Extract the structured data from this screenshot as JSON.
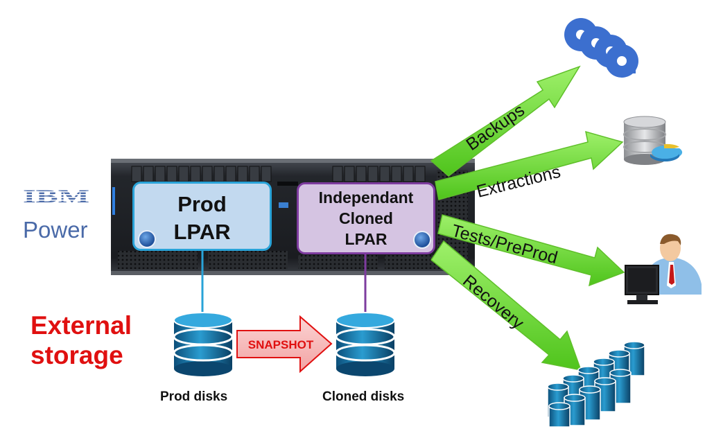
{
  "brand": {
    "logo_text": "IBM",
    "product": "Power"
  },
  "storage": {
    "title_line1": "External",
    "title_line2": "storage"
  },
  "lpars": {
    "prod": {
      "line1": "Prod",
      "line2": "LPAR"
    },
    "clone": {
      "line1": "Independant",
      "line2": "Cloned",
      "line3": "LPAR"
    }
  },
  "disks": {
    "prod_label": "Prod disks",
    "cloned_label": "Cloned disks",
    "snapshot_label": "SNAPSHOT"
  },
  "uses": {
    "backups": "Backups",
    "extractions": "Extractions",
    "tests": "Tests/PreProd",
    "recovery": "Recovery"
  },
  "colors": {
    "arrow_green": "#66dd33",
    "snapshot_red": "#e01010",
    "prod_border": "#29a3d8",
    "clone_border": "#7e3c9f",
    "disk_blue": "#1f7eb0",
    "ibm_blue": "#4a6aa8"
  },
  "icons": [
    "tape-reels-icon",
    "database-chart-icon",
    "user-at-computer-icon",
    "disk-array-icon"
  ]
}
